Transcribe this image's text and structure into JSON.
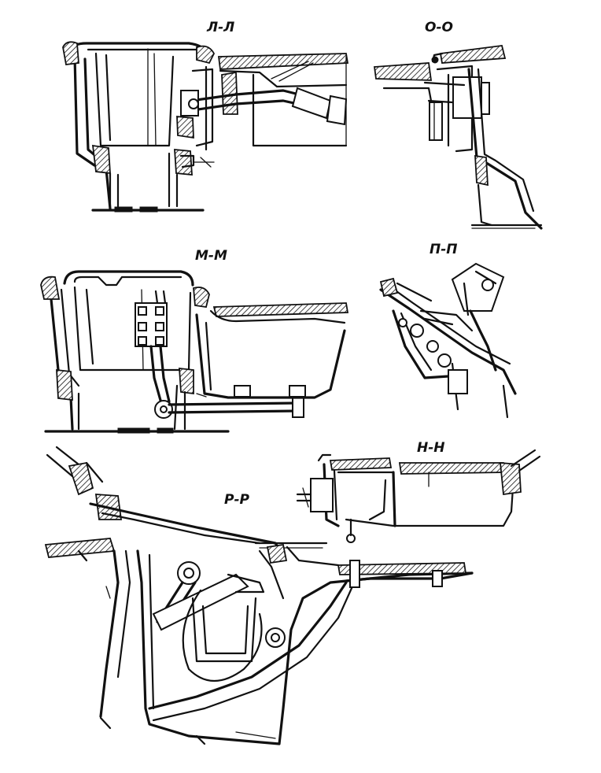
{
  "sections": [
    {
      "id": "section-l-l",
      "label": "Л-Л"
    },
    {
      "id": "section-o-o",
      "label": "О-О"
    },
    {
      "id": "section-m-m",
      "label": "М-М"
    },
    {
      "id": "section-p-p",
      "label": "П-П"
    },
    {
      "id": "section-n-n",
      "label": "Н-Н"
    },
    {
      "id": "section-r-r",
      "label": "Р-Р"
    }
  ]
}
